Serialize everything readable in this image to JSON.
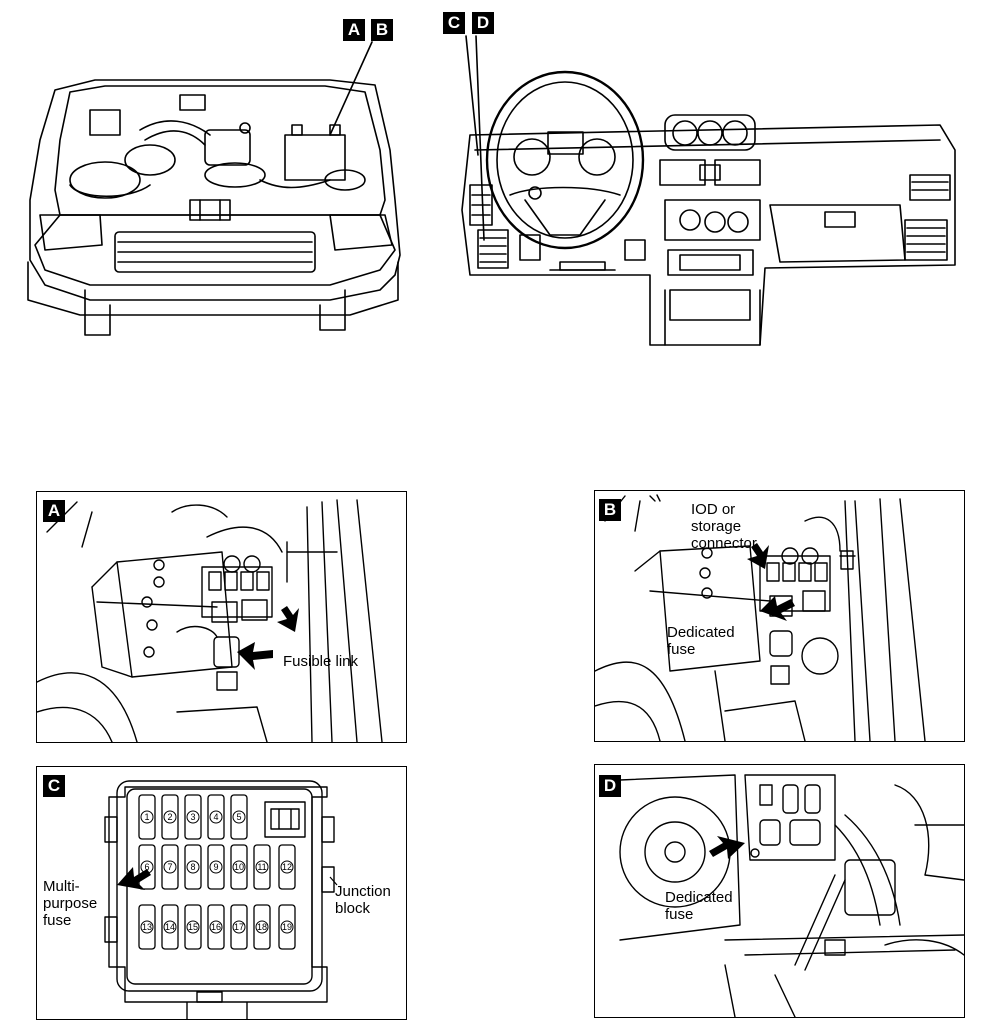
{
  "tags": {
    "a": "A",
    "b": "B",
    "c": "C",
    "d": "D"
  },
  "panel_a": {
    "tag": "A",
    "fusible_link_label": "Fusible link"
  },
  "panel_b": {
    "tag": "B",
    "iod_label": [
      "IOD or",
      "storage",
      "connector"
    ],
    "dedicated_fuse_label": [
      "Dedicated",
      "fuse"
    ]
  },
  "panel_c": {
    "tag": "C",
    "multi_purpose_fuse_label": [
      "Multi-",
      "purpose",
      "fuse"
    ],
    "junction_block_label": [
      "Junction",
      "block"
    ],
    "fuse_numbers": [
      "1",
      "2",
      "3",
      "4",
      "5",
      "6",
      "7",
      "8",
      "9",
      "10",
      "11",
      "12",
      "13",
      "14",
      "15",
      "16",
      "17",
      "18",
      "19"
    ]
  },
  "panel_d": {
    "tag": "D",
    "dedicated_fuse_label": [
      "Dedicated",
      "fuse"
    ]
  }
}
